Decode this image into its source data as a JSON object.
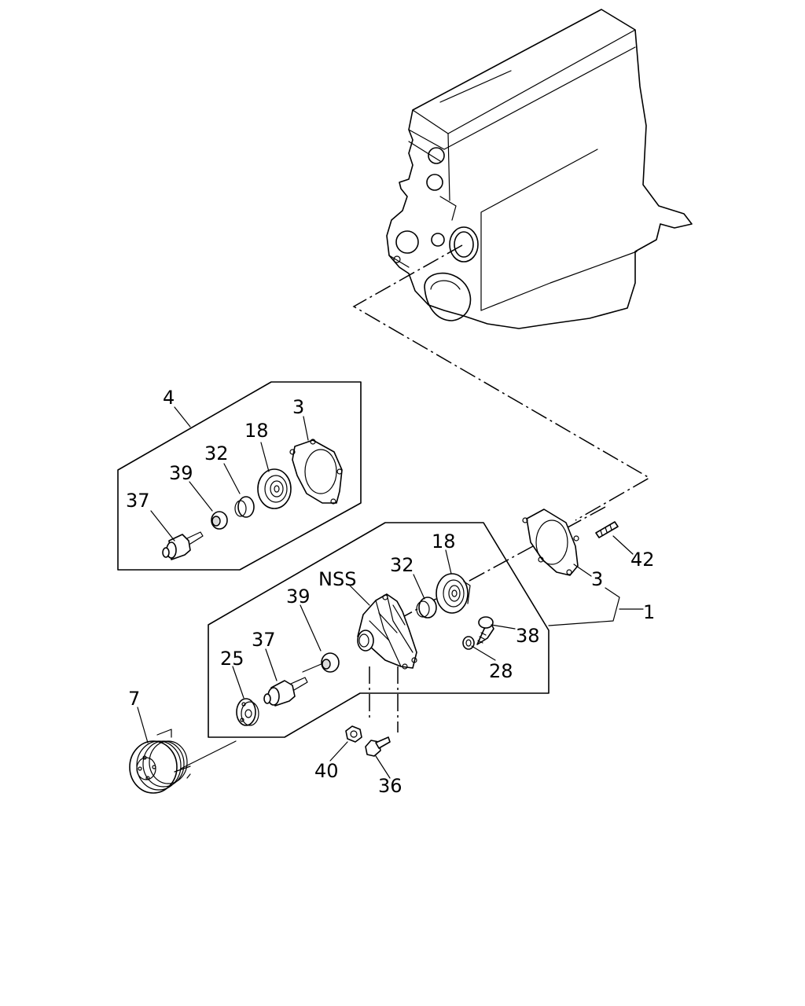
{
  "labels": {
    "kit_4": "4",
    "kit_3": "3",
    "kit_18": "18",
    "kit_32": "32",
    "kit_39": "39",
    "kit_37": "37",
    "nss": "NSS",
    "main_32": "32",
    "main_18": "18",
    "gasket_3": "3",
    "stud_42": "42",
    "assy_1": "1",
    "bolt_38": "38",
    "washer_28": "28",
    "main_39": "39",
    "main_37": "37",
    "hub_25": "25",
    "pulley_7": "7",
    "nut_40": "40",
    "bolt_36": "36"
  }
}
